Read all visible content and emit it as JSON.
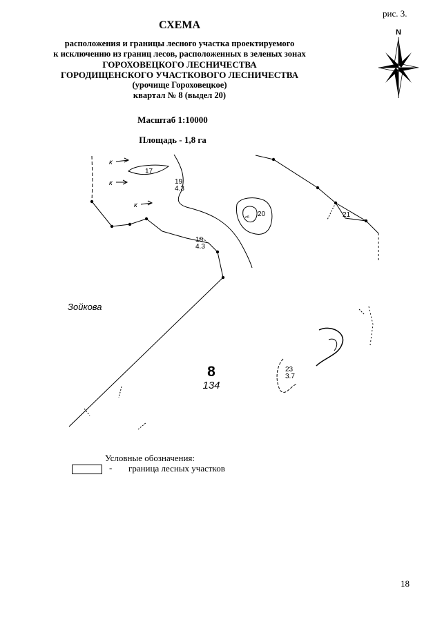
{
  "figure_label": "рис. 3.",
  "compass": {
    "north_label": "N",
    "icon": "compass-rose-icon"
  },
  "title": {
    "main": "СХЕМА",
    "line1": "расположения и границы лесного участка проектируемого",
    "line2": "к исключению из границ лесов, расположенных в зеленых зонах",
    "line3": "ГОРОХОВЕЦКОГО ЛЕСНИЧЕСТВА",
    "line4": "ГОРОДИЩЕНСКОГО УЧАСТКОВОГО ЛЕСНИЧЕСТВА",
    "line5": "(урочище Гороховецкое)",
    "line6": "квартал № 8 (выдел 20)"
  },
  "scale": "Масштаб 1:10000",
  "area": "Площадь - 1,8 га",
  "map": {
    "settlement": "Зойкова",
    "quarter_number": "8",
    "quarter_area": "134",
    "plots": {
      "p17": "17",
      "p19_num": "19",
      "p19_val": "4.3",
      "p20": "20",
      "p20_small": "лб",
      "p21": "21",
      "p18_num": "18",
      "p18_val": "4.3",
      "p23_num": "23",
      "p23_val": "3.7"
    },
    "arrow_label": "к"
  },
  "legend": {
    "title": "Условные обозначения:",
    "dash": "-",
    "item": "граница лесных участков"
  },
  "page_number": "18"
}
